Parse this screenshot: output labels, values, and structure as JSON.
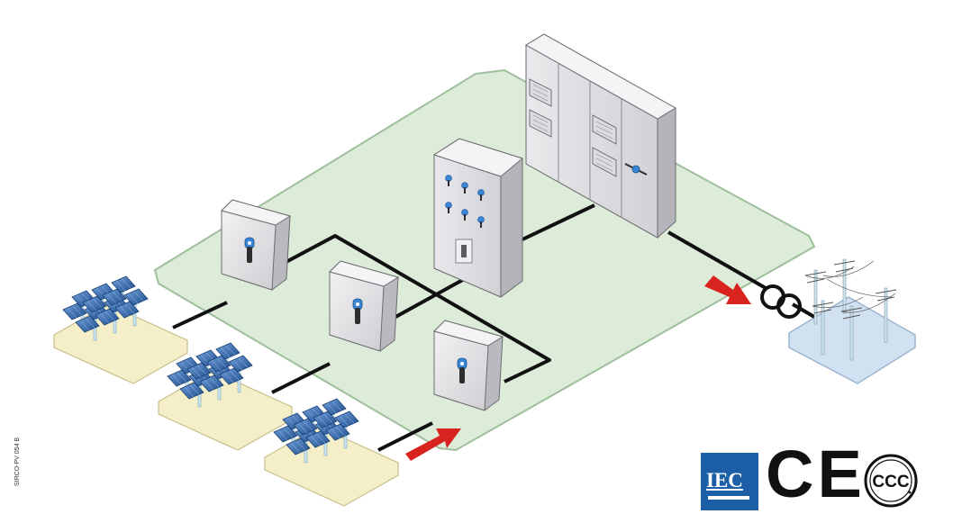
{
  "diagram": {
    "reference_code": "SIRCO-PV 054 B",
    "certifications": {
      "iec_label": "IEC",
      "ce_label": "CE",
      "ccc_label": "CCC"
    },
    "colors": {
      "plant_area": "#dcecd9",
      "grid_area": "#d2e1f1",
      "solar_base": "#f5efc9",
      "cable": "#111111",
      "flow_arrow": "#d8231f",
      "iec_blue": "#1d5fa6",
      "enclosure": "#e6e6e8",
      "switch_knob": "#3a86d6"
    },
    "icons": [
      "solar-array-icon",
      "switch-enclosure-icon",
      "distribution-cabinet-icon",
      "inverter-cabinet-icon",
      "transformer-icon",
      "power-pylon-icon",
      "flow-arrow-icon"
    ]
  }
}
